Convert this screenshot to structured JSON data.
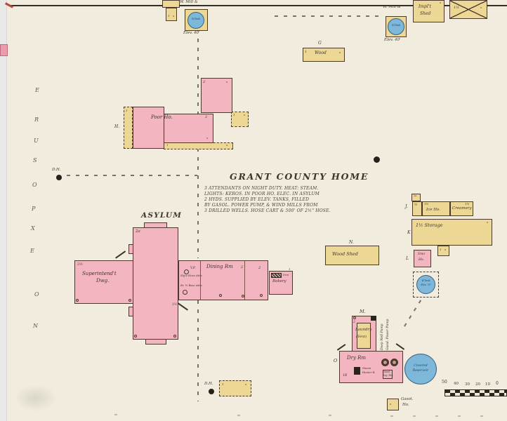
{
  "colors": {
    "paper": "#f1ecdd",
    "building_pink": "#f3b6c0",
    "building_yellow": "#edd795",
    "water_blue": "#7db7da",
    "ink": "#473a2e"
  },
  "edge": {
    "word": "NO EXPOSURE",
    "letters": [
      "E",
      "R",
      "U",
      "S",
      "O",
      "P",
      "X",
      "E",
      "O",
      "N"
    ]
  },
  "wells": {
    "label": "D.H."
  },
  "top": {
    "corner": {
      "h": "1",
      "x": "x"
    },
    "mill_left": {
      "above": "W. Mill &",
      "tank": "W.Tank",
      "below": "Elev. 40'"
    },
    "mill_right": {
      "above": "W. Mill &",
      "tank": "W.Tank",
      "below": "Elev. 40'"
    },
    "implt_shed": {
      "line1": "Impl't",
      "line2": "Shed",
      "mark": "x"
    },
    "x_shed": {
      "height": "1½",
      "mark": "x"
    },
    "wood": {
      "letter": "G",
      "height": "1",
      "label": "Wood",
      "mark": "x"
    }
  },
  "poor_house": {
    "label": "Poor Ho.",
    "upper_height": "2",
    "upper_mark": "x",
    "main_height": "2",
    "main_mark": "x",
    "porch_left_height": "1",
    "porch_bottom_height": "1",
    "porch_bottom_mark": "x",
    "annex_height": "1",
    "annex_mark": "x",
    "side_letter": "H."
  },
  "home": {
    "title": "GRANT COUNTY HOME",
    "notes": [
      "3 ATTENDANTS ON NIGHT DUTY. HEAT: STEAM.",
      "LIGHTS: KEROS. IN POOR HO. ELEC. IN ASYLUM",
      "2 HYDS. SUPPLIED BY ELEV. TANKS, FILLED",
      "BY GASOL. POWER PUMP, & WIND MILLS FROM",
      "3 DRILLED WELLS. HOSE CART & 500' OF 2½\" HOSE."
    ]
  },
  "asylum": {
    "label": "ASYLUM",
    "tower_height": "2a",
    "wing_height": "1½",
    "superintendent": {
      "height": "2½",
      "line1": "Superintend't",
      "line2": "Dwg."
    },
    "dining": {
      "label": "Dining Rm",
      "height_a": "2",
      "height_b": "2",
      "vp": "V.P.",
      "note1": "Stg'e Hose Attic",
      "note2": "Br. ½ Base Attic"
    },
    "bakery": {
      "label": "Bakery",
      "height": "1",
      "iron": "Iron"
    }
  },
  "east": {
    "tiny_box": "2a",
    "letter_j": "J.",
    "half_box": "½",
    "ice_height": "1½",
    "ice": "Ice Ho.",
    "creamery": "Creamery",
    "creamery_height": "1½",
    "letter_k": "K",
    "storage": "1½ Storage",
    "storage_mark": "x",
    "box_height": "1",
    "box_mark": "x",
    "letter_l": "L",
    "smoke1": "Smo",
    "smoke2": "Ho.",
    "wtank1": "W.Tank",
    "wtank2": "Elev. 70'"
  },
  "wood_shed": {
    "letter": "N.",
    "label": "Wood Shed"
  },
  "south": {
    "letter_m": "M.",
    "laundry_height": "2",
    "laundry": "Laundry",
    "vent": "(Vent)",
    "pump1": "Deep Well Pump",
    "pump2": "Gasol. Power Pump",
    "letter_o": "O",
    "dry_rm": "Dry Rm",
    "b": "1B",
    "steam1": "Steam",
    "steam2": "Heater B.",
    "eng1": "Gasol.",
    "eng2": "Eng. Rm.",
    "res1": "Covered",
    "res2": "Reservoir",
    "shed_height": "1",
    "shed_mark": "x",
    "gasol1": "Gasol.",
    "gasol2": "Ho."
  },
  "scale": {
    "n0": "50",
    "n1": "40",
    "n2": "30",
    "n3": "20",
    "n4": "10",
    "n5": "0"
  }
}
